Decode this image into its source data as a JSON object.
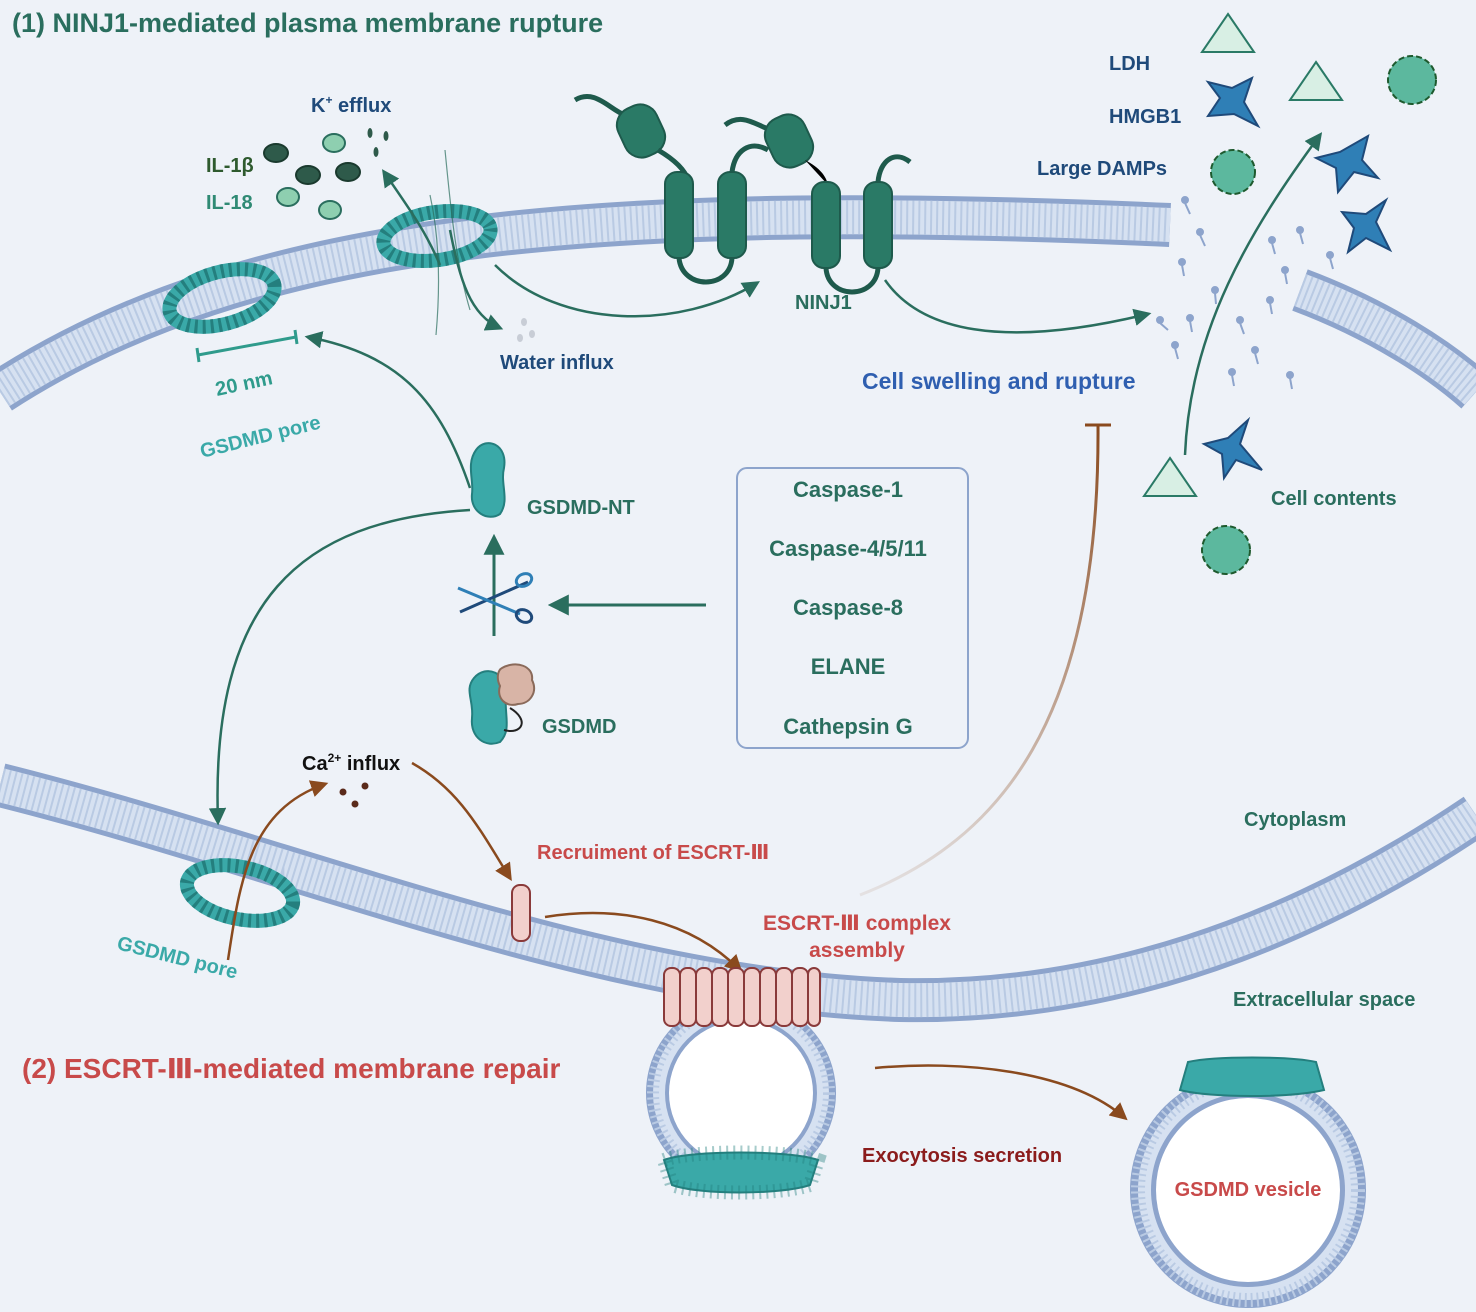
{
  "top_title": "(1) NINJ1-mediated plasma membrane rupture",
  "bottom_title": "(2) ESCRT-Ⅲ-mediated membrane repair",
  "labels": {
    "k_efflux_base": "K",
    "k_efflux_sup": "+",
    "k_efflux_tail": " efflux",
    "il1b": "IL-1β",
    "il18": "IL-18",
    "water_influx": "Water influx",
    "scale_bar": "20 nm",
    "gsdmd_pore_top": "GSDMD pore",
    "ninj1": "NINJ1",
    "cell_swelling": "Cell swelling and rupture",
    "ldh": "LDH",
    "hmgb1": "HMGB1",
    "large_damps": "Large DAMPs",
    "cell_contents": "Cell contents",
    "gsdmd_nt": "GSDMD-NT",
    "gsdmd": "GSDMD",
    "ca_base": "Ca",
    "ca_sup": "2+",
    "ca_tail": " influx",
    "recruitment": "Recruiment of ESCRT-Ⅲ",
    "escrt_complex_line1": "ESCRT-Ⅲ complex",
    "escrt_complex_line2": "assembly",
    "gsdmd_pore_bottom": "GSDMD pore",
    "cytoplasm": "Cytoplasm",
    "extracellular": "Extracellular space",
    "exocytosis": "Exocytosis secretion",
    "gsdmd_vesicle": "GSDMD vesicle"
  },
  "proteases": [
    "Caspase-1",
    "Caspase-4/5/11",
    "Caspase-8",
    "ELANE",
    "Cathepsin G"
  ],
  "colors": {
    "background": "#eef2f8",
    "dark_teal": "#2a6e5e",
    "pore_teal": "#3aa9a8",
    "ninj1_green": "#2a7a66",
    "navy": "#1f4a7a",
    "blue_text": "#2f5fb0",
    "red_text": "#c84a4a",
    "dark_red": "#8b1c1c",
    "brown_arrow": "#8a4a1e",
    "escrt_pink": "#f2d0cc",
    "membrane_head": "#8da4cc",
    "membrane_tail": "#c4d2e8",
    "star_blue": "#2f7fb6",
    "damp_green": "#5cb89e",
    "triangle_fill": "#d8efe4"
  }
}
